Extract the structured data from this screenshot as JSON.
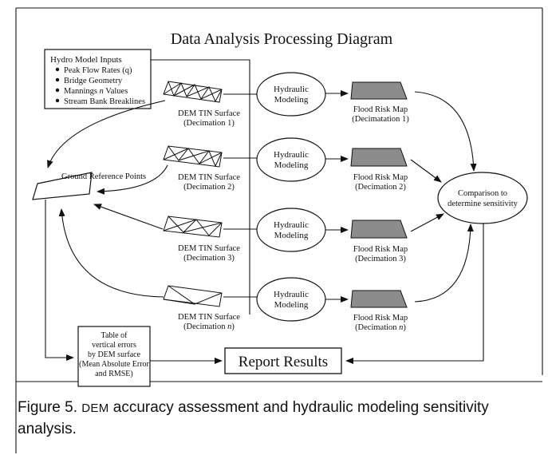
{
  "title": "Data Analysis Processing Diagram",
  "inputs_box": {
    "heading": "Hydro Model Inputs",
    "items": [
      {
        "text": "Peak Flow Rates (q)"
      },
      {
        "text": "Bridge Geometry"
      },
      {
        "pre": "Mannings ",
        "it": "n",
        "post": " Values"
      },
      {
        "text": "Stream Bank Breaklines"
      }
    ]
  },
  "ground_reference": "Ground Reference Points",
  "rows": [
    {
      "dem": "DEM TIN Surface",
      "dem_sub_pre": "(Decimation 1)",
      "dem_sub_it": "",
      "dem_sub_post": "",
      "model": [
        "Hydraulic",
        "Modeling"
      ],
      "map": "Flood Risk Map",
      "map_sub_pre": "(Decimatation 1)",
      "map_sub_it": "",
      "map_sub_post": ""
    },
    {
      "dem": "DEM TIN Surface",
      "dem_sub_pre": "(Decimation 2)",
      "dem_sub_it": "",
      "dem_sub_post": "",
      "model": [
        "Hydraulic",
        "Modeling"
      ],
      "map": "Flood Risk Map",
      "map_sub_pre": "(Decimation 2)",
      "map_sub_it": "",
      "map_sub_post": ""
    },
    {
      "dem": "DEM TIN Surface",
      "dem_sub_pre": "(Decimation 3)",
      "dem_sub_it": "",
      "dem_sub_post": "",
      "model": [
        "Hydraulic",
        "Modeling"
      ],
      "map": "Flood Risk Map",
      "map_sub_pre": "(Decimation 3)",
      "map_sub_it": "",
      "map_sub_post": ""
    },
    {
      "dem": "DEM TIN Surface",
      "dem_sub_pre": "(Decimation ",
      "dem_sub_it": "n",
      "dem_sub_post": ")",
      "model": [
        "Hydraulic",
        "Modeling"
      ],
      "map": "Flood Risk Map",
      "map_sub_pre": "(Decimation ",
      "map_sub_it": "n",
      "map_sub_post": ")"
    }
  ],
  "comparison": [
    "Comparison to",
    "determine sensitivity"
  ],
  "table_box": [
    "Table of",
    "vertical errors",
    "by DEM surface",
    "(Mean Absolute Error",
    "and RMSE)"
  ],
  "report": "Report Results",
  "caption": {
    "prefix": "Figure 5. ",
    "sc": "DEM",
    "rest": " accuracy assessment and hydraulic modeling sensitivity analysis."
  }
}
